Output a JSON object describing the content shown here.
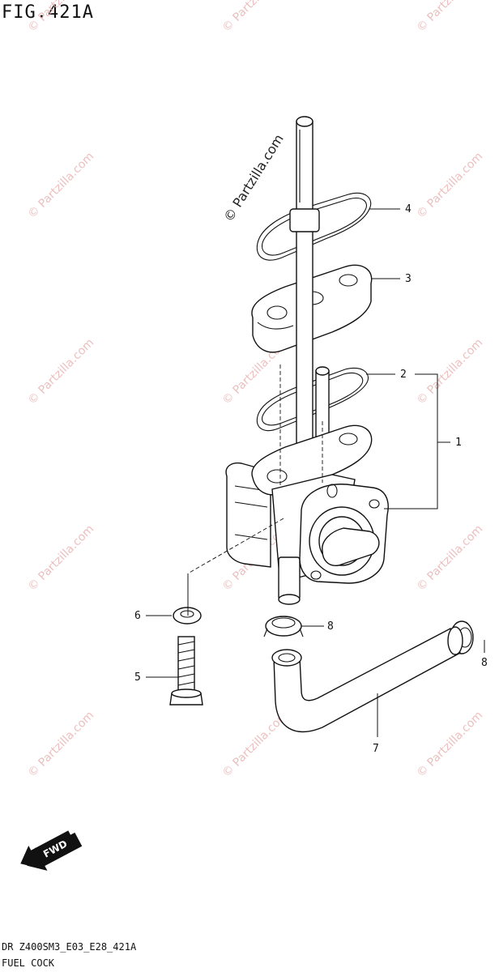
{
  "figure": {
    "title": "FIG.421A",
    "footer_code": "DR Z400SM3_E03_E28_421A",
    "footer_name": "FUEL COCK"
  },
  "watermark": {
    "text": "© Partzilla.com"
  },
  "callouts": [
    "1",
    "2",
    "3",
    "4",
    "5",
    "6",
    "7",
    "8",
    "8"
  ],
  "direction_badge": {
    "label": "FWD"
  },
  "colors": {
    "line": "#111111",
    "watermark": "#e9b4b4",
    "background": "#ffffff"
  }
}
